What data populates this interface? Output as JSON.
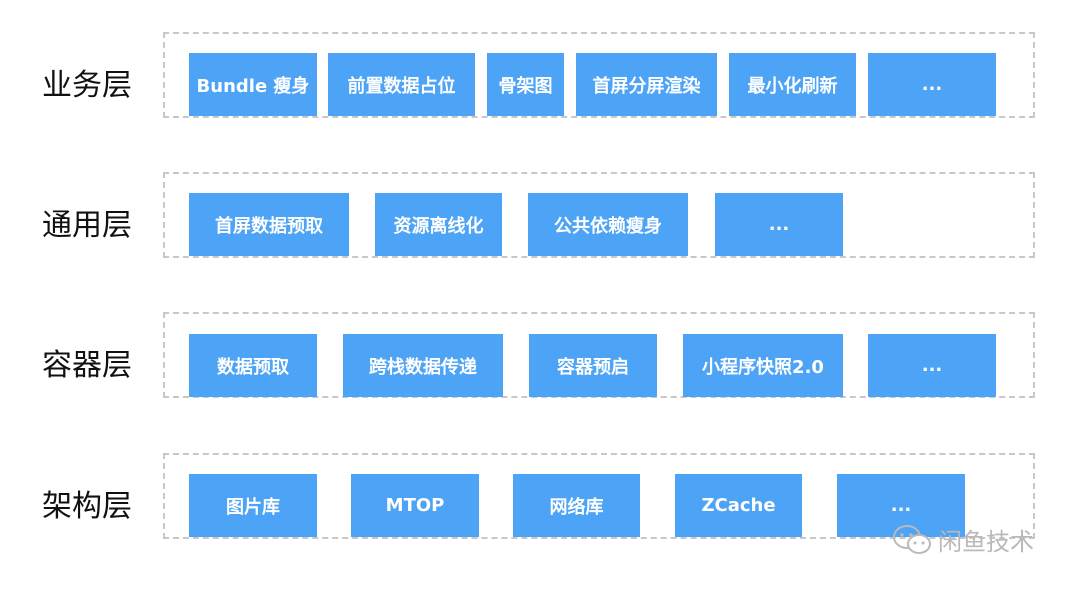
{
  "layers": [
    {
      "label": "业务层",
      "items": [
        "Bundle 瘦身",
        "前置数据占位",
        "骨架图",
        "首屏分屏渲染",
        "最小化刷新",
        "..."
      ]
    },
    {
      "label": "通用层",
      "items": [
        "首屏数据预取",
        "资源离线化",
        "公共依赖瘦身",
        "..."
      ]
    },
    {
      "label": "容器层",
      "items": [
        "数据预取",
        "跨栈数据传递",
        "容器预启",
        "小程序快照2.0",
        "..."
      ]
    },
    {
      "label": "架构层",
      "items": [
        "图片库",
        "MTOP",
        "网络库",
        "ZCache",
        "..."
      ]
    }
  ],
  "watermark": {
    "text": "闲鱼技术",
    "icon": "wechat-icon"
  },
  "colors": {
    "box": "#4da3f5",
    "box_text": "#ffffff",
    "frame": "#c8c8c8",
    "label": "#111111"
  }
}
